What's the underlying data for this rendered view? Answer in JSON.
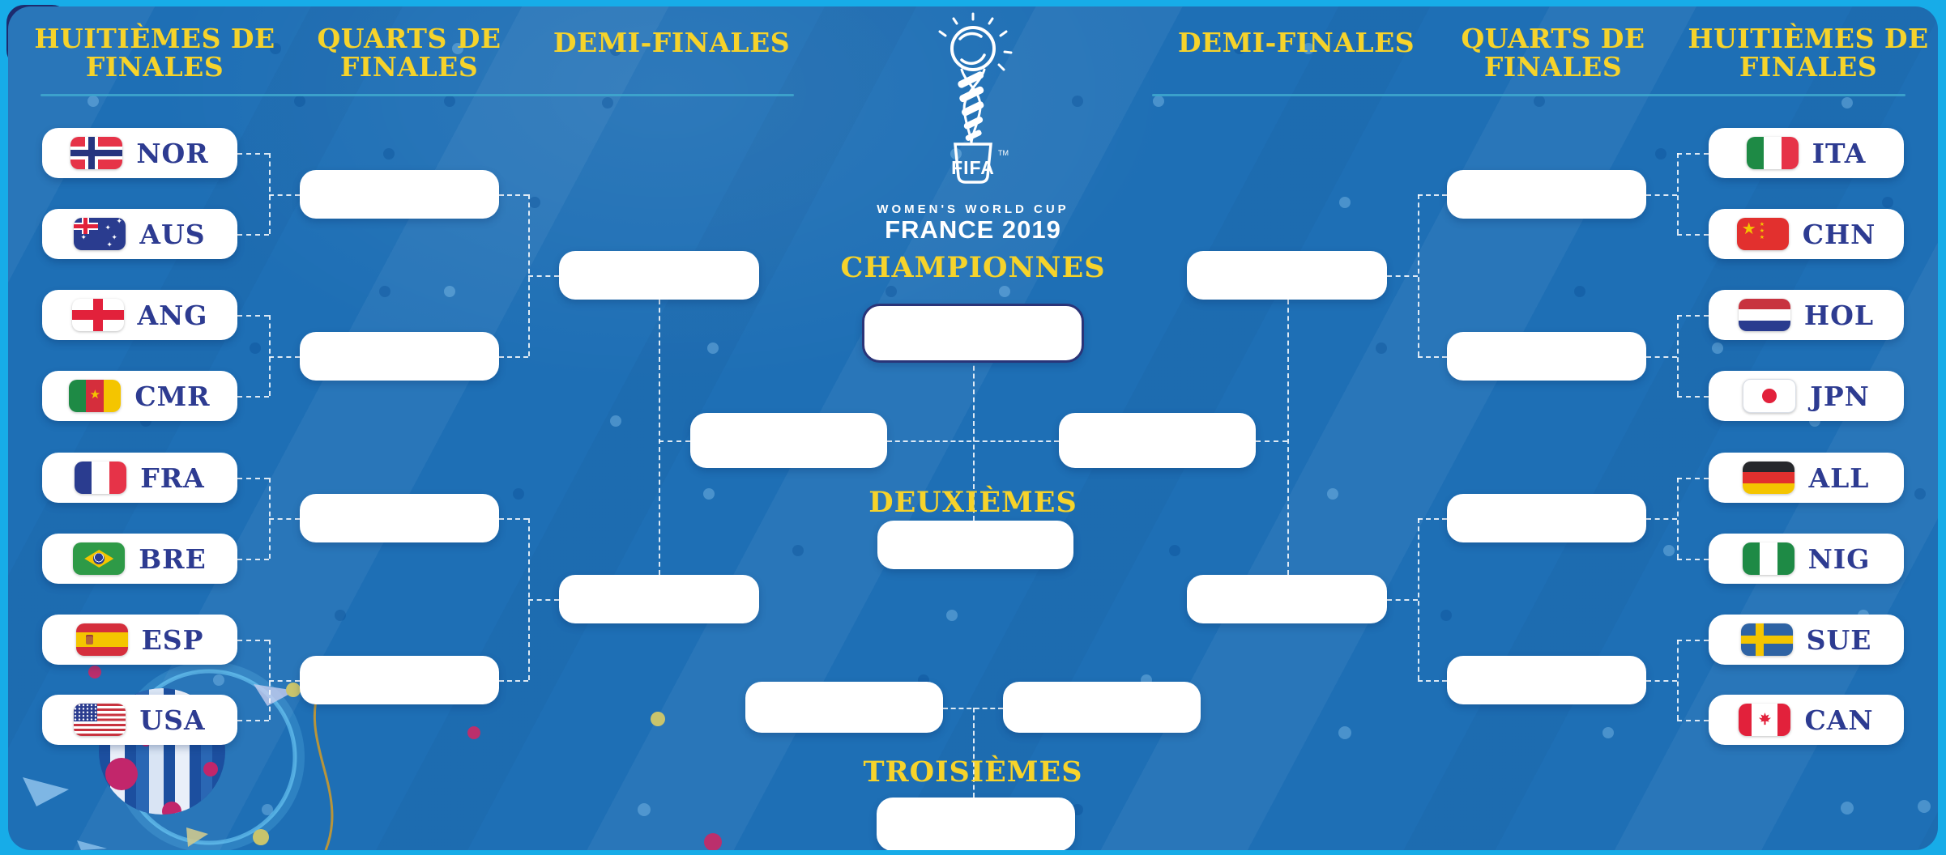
{
  "poster": {
    "event_logo": {
      "fifa": "FIFA",
      "tm": "TM",
      "line1": "WOMEN'S WORLD CUP",
      "line2": "FRANCE 2019"
    },
    "round_headers": {
      "round_of_16_line1": "HUITIÈMES DE",
      "round_of_16_line2": "FINALES",
      "quarterfinals_line1": "QUARTS DE",
      "quarterfinals_line2": "FINALES",
      "semifinals": "DEMI-FINALES"
    },
    "result_labels": {
      "first": "CHAMPIONNES",
      "second": "DEUXIÈMES",
      "third": "TROISIÈMES"
    },
    "teams": {
      "left": [
        {
          "code": "NOR",
          "flag": "nor"
        },
        {
          "code": "AUS",
          "flag": "aus"
        },
        {
          "code": "ANG",
          "flag": "ang"
        },
        {
          "code": "CMR",
          "flag": "cmr"
        },
        {
          "code": "FRA",
          "flag": "fra"
        },
        {
          "code": "BRE",
          "flag": "bre"
        },
        {
          "code": "ESP",
          "flag": "esp"
        },
        {
          "code": "USA",
          "flag": "usa"
        }
      ],
      "right": [
        {
          "code": "ITA",
          "flag": "ita"
        },
        {
          "code": "CHN",
          "flag": "chn"
        },
        {
          "code": "HOL",
          "flag": "hol"
        },
        {
          "code": "JPN",
          "flag": "jpn"
        },
        {
          "code": "ALL",
          "flag": "all"
        },
        {
          "code": "NIG",
          "flag": "nig"
        },
        {
          "code": "SUE",
          "flag": "sue"
        },
        {
          "code": "CAN",
          "flag": "can"
        }
      ]
    },
    "colors": {
      "frame_cyan": "#17ACE8",
      "panel_blue": "#1E6FB5",
      "heading_yellow": "#F6D32B",
      "team_navy": "#2D3B91",
      "rule_teal": "#3FA9CF",
      "final_box_border": "#2A3478"
    }
  }
}
